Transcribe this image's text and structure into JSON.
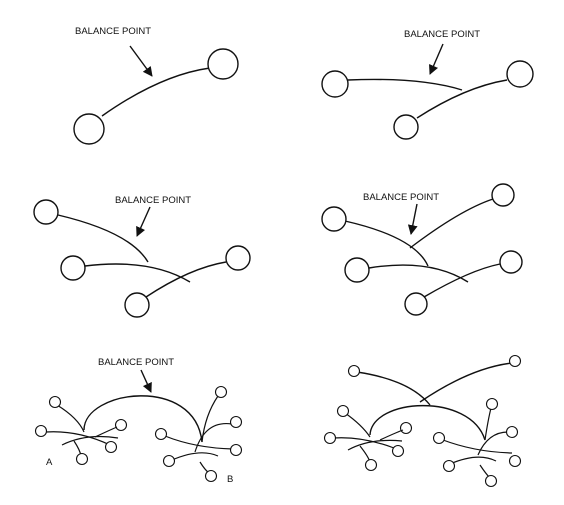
{
  "labels": {
    "balance_point": "BALANCE POINT",
    "point_a": "A",
    "point_b": "B"
  },
  "colors": {
    "line": "#111111",
    "background": "#ffffff"
  },
  "icons": {
    "node": "circle-node-icon",
    "pointer": "arrow-pointer-icon"
  }
}
